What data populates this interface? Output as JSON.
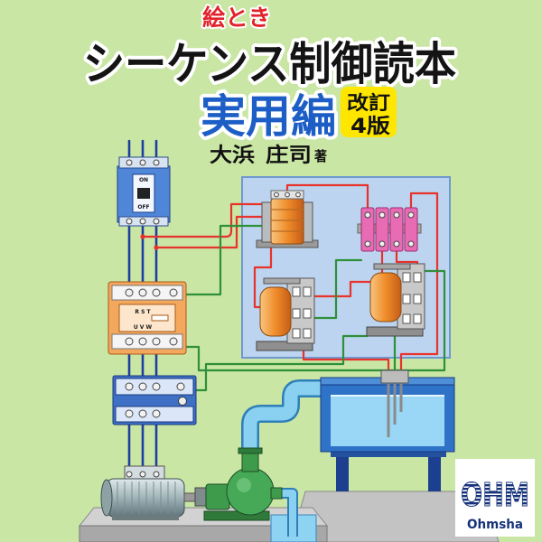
{
  "book": {
    "series_label": "絵とき",
    "title": "シーケンス制御読本",
    "subtitle": "実用編",
    "edition_line1": "改訂",
    "edition_line2": "4版",
    "author": {
      "family_name": "大浜",
      "given_name": "庄司",
      "suffix": "著"
    },
    "publisher_logo_text": "OHM",
    "publisher_name": "Ohmsha"
  },
  "illustration": {
    "breaker_labels": {
      "on": "ON",
      "off": "OFF"
    },
    "contactor_labels": {
      "line_side": "R S T",
      "load_side": "U V W"
    }
  },
  "icons": {
    "breaker": "circuit-breaker-icon",
    "contactor": "magnetic-contactor-icon",
    "overload_relay": "thermal-overload-relay-icon",
    "motor": "motor-icon",
    "pump": "pump-icon",
    "tank": "water-tank-icon",
    "transformer": "transformer-icon",
    "terminal_block": "terminal-block-icon",
    "relay": "relay-icon",
    "electrodes": "level-electrode-icon"
  },
  "colors": {
    "background": "#c9e6a4",
    "series_red": "#e2232b",
    "title_black": "#141414",
    "subtitle_blue": "#1d5ec6",
    "edition_yellow": "#ffe600",
    "outline_white": "#ffffff",
    "wire_red": "#e8322c",
    "wire_green": "#2f8f3a",
    "wire_blue": "#1f3f9e",
    "panel_blue": "#bcd4ef",
    "publisher_blue": "#16327a"
  }
}
